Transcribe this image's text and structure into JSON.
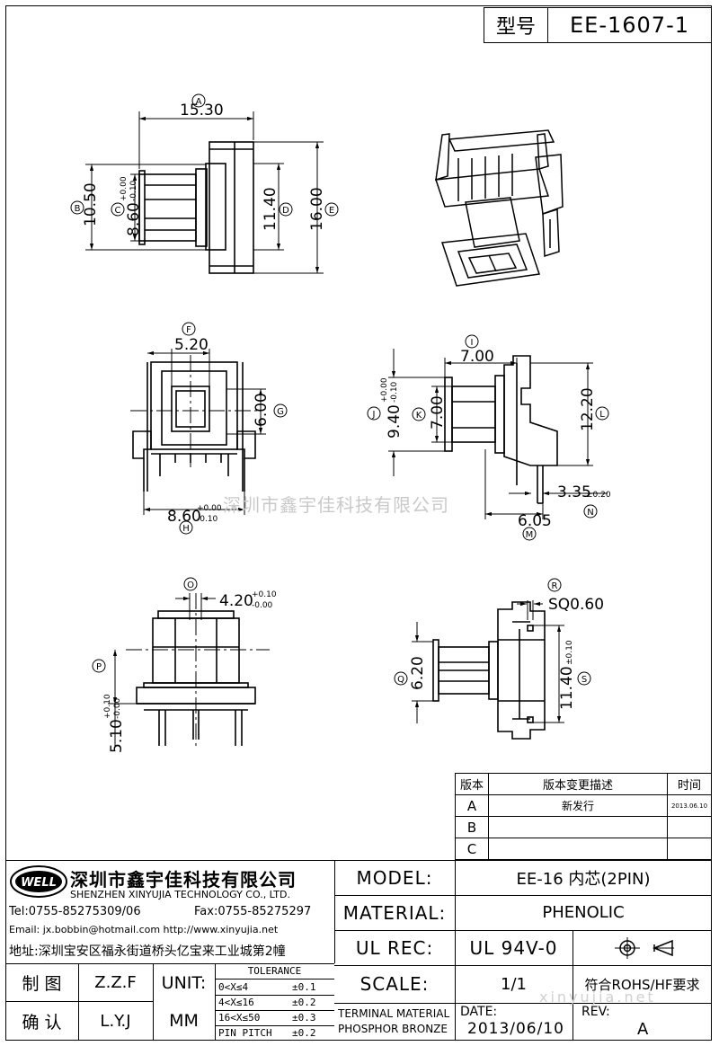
{
  "header": {
    "model_label": "型号",
    "model_value": "EE-1607-1"
  },
  "views": {
    "front": {
      "A": "15.30",
      "B": "10.50",
      "C": "8.60",
      "C_tol": [
        "+0.00",
        "-0.10"
      ],
      "D": "11.40",
      "E": "16.00"
    },
    "top": {
      "F": "5.20",
      "G": "6.00",
      "H": "8.60",
      "H_tol": [
        "+0.00",
        "-0.10"
      ]
    },
    "side": {
      "I": "7.00",
      "J": "9.40",
      "J_tol": [
        "+0.00",
        "-0.10"
      ],
      "K": "7.00",
      "L": "12.20",
      "M": "6.05",
      "N": "3.35",
      "N_tol": "±0.20"
    },
    "bottom": {
      "O": "4.20",
      "O_tol": [
        "+0.10",
        "-0.00"
      ],
      "P": "5.10",
      "P_tol": [
        "+0.10",
        "-0.00"
      ]
    },
    "right": {
      "Q": "6.20",
      "R": "SQ0.60",
      "S": "11.40",
      "S_tol": "±0.10"
    },
    "markers": [
      "A",
      "B",
      "C",
      "D",
      "E",
      "F",
      "G",
      "H",
      "I",
      "J",
      "K",
      "L",
      "M",
      "N",
      "O",
      "P",
      "Q",
      "R",
      "S"
    ]
  },
  "watermark": "深圳市鑫宇佳科技有限公司",
  "watermark_url": "xinyujia.net",
  "revisions": {
    "headers": [
      "版本",
      "版本变更描述",
      "时间"
    ],
    "rows": [
      {
        "ver": "A",
        "desc": "新发行",
        "date": "2013.06.10"
      },
      {
        "ver": "B",
        "desc": "",
        "date": ""
      },
      {
        "ver": "C",
        "desc": "",
        "date": ""
      }
    ]
  },
  "company": {
    "logo_text": "WELL",
    "name_cn": "深圳市鑫宇佳科技有限公司",
    "name_en": "SHENZHEN XINYUJIA TECHNOLOGY CO., LTD.",
    "tel": "Tel:0755-85275309/06",
    "fax": "Fax:0755-85275297",
    "email": "Email: jx.bobbin@hotmail.com http://www.xinyujia.net",
    "address": "地址:深圳宝安区福永街道桥头亿宝来工业城第2幢"
  },
  "titleblock": {
    "model_label": "MODEL:",
    "model_value": "EE-16 内芯(2PIN)",
    "material_label": "MATERIAL:",
    "material_value": "PHENOLIC",
    "ulrec_label": "UL REC:",
    "ulrec_value": "UL 94V-0",
    "scale_label": "SCALE:",
    "scale_value": "1/1",
    "rohs": "符合ROHS/HF要求",
    "draw_label": "制 图",
    "draw_value": "Z.Z.F",
    "confirm_label": "确 认",
    "confirm_value": "L.Y.J",
    "unit_label": "UNIT:",
    "unit_value": "MM",
    "tolerance_title": "TOLERANCE",
    "tolerance_rows": [
      {
        "range": "0<X≤4",
        "tol": "±0.1"
      },
      {
        "range": "4<X≤16",
        "tol": "±0.2"
      },
      {
        "range": "16<X≤50",
        "tol": "±0.3"
      },
      {
        "range": "PIN PITCH",
        "tol": "±0.2"
      }
    ],
    "terminal_line1": "TERMINAL MATERIAL",
    "terminal_line2": "PHOSPHOR BRONZE",
    "date_label": "DATE:",
    "date_value": "2013/06/10",
    "rev_label": "REV:",
    "rev_value": "A"
  }
}
